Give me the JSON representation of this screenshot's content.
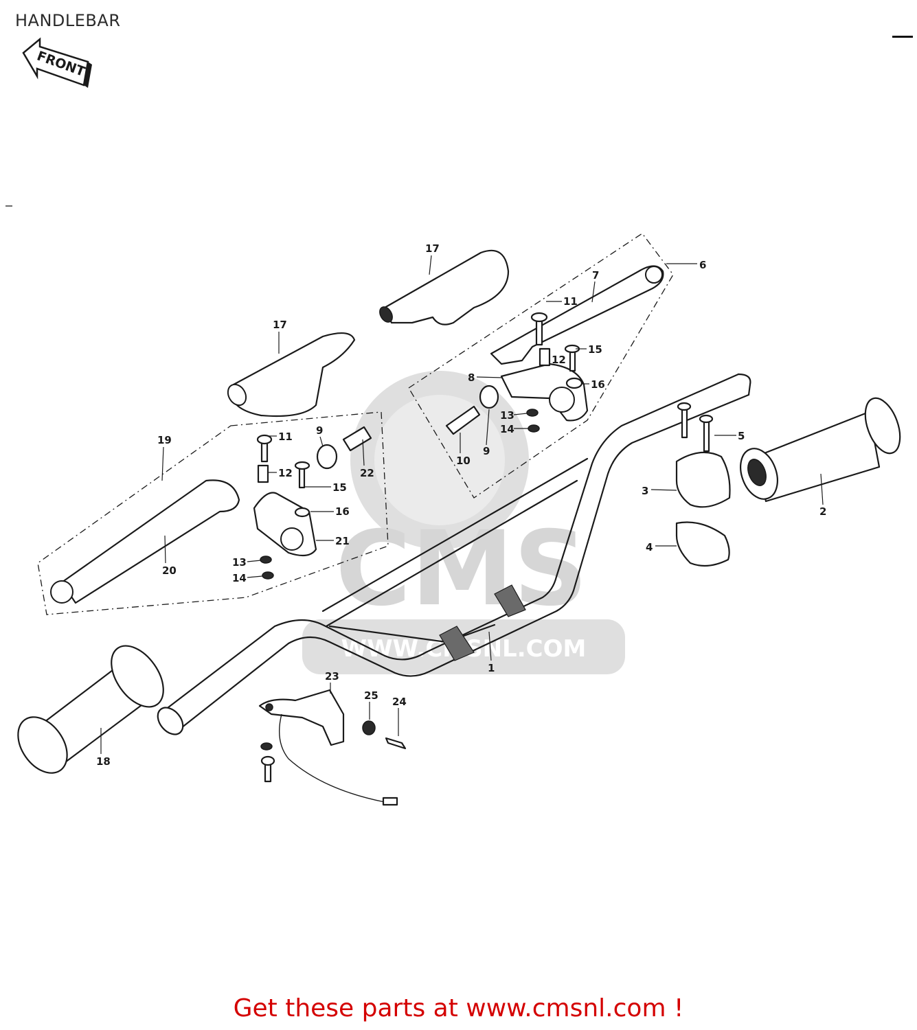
{
  "title": "HANDLEBAR",
  "front_arrow_label": "FRONT",
  "watermark": {
    "logo_text": "CMS",
    "url_text": "WWW.CMSNL.COM"
  },
  "footer": {
    "text": "Get these parts at www.cmsnl.com !",
    "color": "#d40000"
  },
  "callouts": [
    "1",
    "2",
    "3",
    "4",
    "5",
    "6",
    "7",
    "8",
    "9",
    "9",
    "10",
    "11",
    "11",
    "12",
    "12",
    "13",
    "13",
    "14",
    "14",
    "15",
    "15",
    "16",
    "16",
    "17",
    "17",
    "18",
    "19",
    "20",
    "21",
    "22",
    "23",
    "24",
    "25"
  ]
}
